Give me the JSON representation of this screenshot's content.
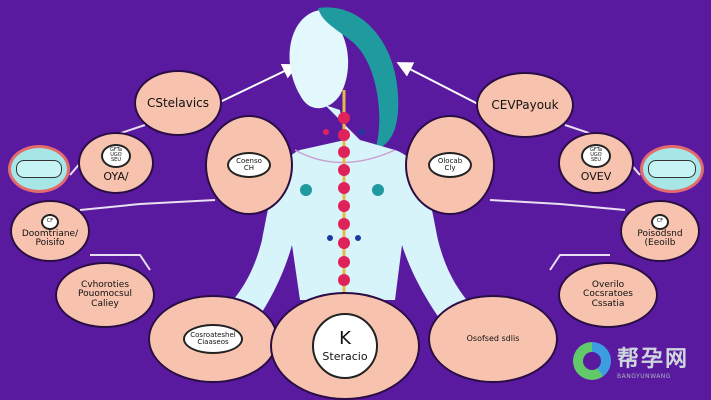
{
  "nodes": {
    "top_left_title": "CStelavics",
    "top_right_title": "CEVPayouk",
    "center_left": [
      "Coenso",
      "CH"
    ],
    "center_right": [
      "Olocab",
      "Cly"
    ],
    "left_ova_pill": [
      "GFTa",
      "UGO",
      "SEU"
    ],
    "left_ova_label": "OYA/",
    "right_ova_pill": [
      "GFTa",
      "UGO",
      "SEU"
    ],
    "right_ova_label": "OVEV",
    "left_mid_pill": "CF",
    "left_mid_label": [
      "Doomtriane/",
      "Poisifo"
    ],
    "right_mid_pill": "CF",
    "right_mid_label": [
      "Poisodsnd",
      "(Eeoilb"
    ],
    "left_low": [
      "Cvhoroties",
      "Pouomocsul",
      "Caliey"
    ],
    "right_low": [
      "Overilo",
      "Cocsratoes",
      "Cssatia"
    ],
    "bottom_left": [
      "Cosroateshel",
      "Ciaaseos"
    ],
    "bottom_center_code": "K",
    "bottom_center_label": "Steracio",
    "bottom_right": "Osofsed sdlis"
  },
  "watermark": {
    "main": "帮孕网",
    "sub": "BANGYUNWANG"
  },
  "colors": {
    "background": "#5a1aa0",
    "node_fill": "#f8c3ae",
    "figure_body": "#d8f4fb",
    "hair": "#1f9a9e",
    "spine_node": "#e0225a"
  }
}
